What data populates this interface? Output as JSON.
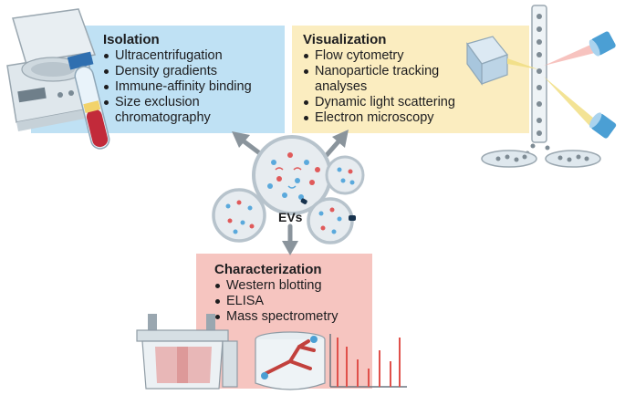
{
  "isolation": {
    "title": "Isolation",
    "items": [
      "Ultracentrifugation",
      "Density gradients",
      "Immune-affinity binding",
      "Size exclusion",
      "chromatography"
    ]
  },
  "visualization": {
    "title": "Visualization",
    "items": [
      "Flow cytometry",
      "Nanoparticle tracking",
      "analyses",
      "Dynamic light scattering",
      "Electron microscopy"
    ]
  },
  "characterization": {
    "title": "Characterization",
    "items": [
      "Western blotting",
      "ELISA",
      "Mass spectrometry"
    ]
  },
  "center": {
    "label": "EVs"
  },
  "colors": {
    "isolation_panel": "#bfe1f4",
    "visualization_panel": "#fbedc0",
    "characterization_panel": "#f6c5c0",
    "arrow": "#8a949c",
    "ev_membrane": "#b7c3cc",
    "cargo_blue": "#5aa9dc",
    "cargo_red": "#e05a5a"
  }
}
